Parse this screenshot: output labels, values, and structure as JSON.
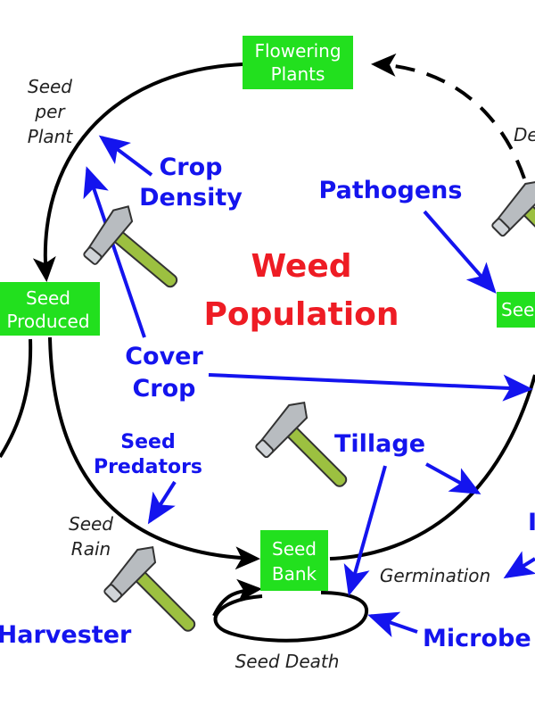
{
  "title": "Weed Population",
  "stages": {
    "flowering_1": "Flowering",
    "flowering_2": "Plants",
    "seed_produced_1": "Seed",
    "seed_produced_2": "Produced",
    "seed_bank_1": "Seed",
    "seed_bank_2": "Bank",
    "seedling_partial": "See"
  },
  "transitions": {
    "seed_per_plant_1": "Seed",
    "seed_per_plant_2": "per",
    "seed_per_plant_3": "Plant",
    "seed_rain_1": "Seed",
    "seed_rain_2": "Rain",
    "germination": "Germination",
    "seed_death": "Seed Death",
    "death_partial": "De"
  },
  "factors": {
    "crop_density_1": "Crop",
    "crop_density_2": "Density",
    "pathogens": "Pathogens",
    "cover_crop_1": "Cover",
    "cover_crop_2": "Crop",
    "seed_predators_1": "Seed",
    "seed_predators_2": "Predators",
    "tillage": "Tillage",
    "harvester": "Harvester",
    "microbes_partial": "Microbe",
    "right_partial": "I"
  },
  "colors": {
    "stage_box": "#22e01e",
    "factor": "#1414ee",
    "title": "#ee1c24"
  }
}
